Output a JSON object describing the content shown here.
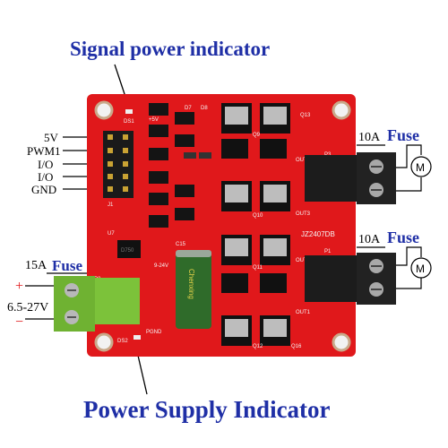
{
  "top_annotation": "Signal power indicator",
  "bottom_annotation": "Power Supply Indicator",
  "left_pins": [
    "5V",
    "PWM1",
    "I/O",
    "I/O",
    "GND"
  ],
  "supply": {
    "current": "15A",
    "fuse": "Fuse",
    "plus": "+",
    "minus": "−",
    "voltage": "6.5-27V"
  },
  "motor_outputs": [
    {
      "current": "10A",
      "fuse": "Fuse",
      "motor_symbol": "M"
    },
    {
      "current": "10A",
      "fuse": "Fuse",
      "motor_symbol": "M"
    }
  ],
  "board": {
    "model": "JZ2407DB",
    "silk": {
      "ds1": "DS1",
      "ds2": "DS2",
      "plus5v": "+5V",
      "d7": "D7",
      "d8": "D8",
      "q13": "Q13",
      "q9": "Q9",
      "q10": "Q10",
      "q11": "Q11",
      "q12": "Q12",
      "q16": "Q16",
      "out1": "OUT1",
      "out2": "OUT2",
      "out3": "OUT3",
      "out4": "OUT4",
      "p1": "P1",
      "p2": "P2",
      "p3": "P3",
      "c15": "C15",
      "pgnd": "PGND",
      "vcc": "9-24V",
      "j1": "J1",
      "u7": "U7",
      "reg": "D750"
    },
    "capacitor_text": "Chenxing"
  },
  "colors": {
    "annotation_blue": "#1f2fa6",
    "pcb_red": "#e0181b",
    "terminal_green": "#7cc23a",
    "terminal_black": "#1c1c1c",
    "capacitor_green": "#2f6b2a"
  }
}
